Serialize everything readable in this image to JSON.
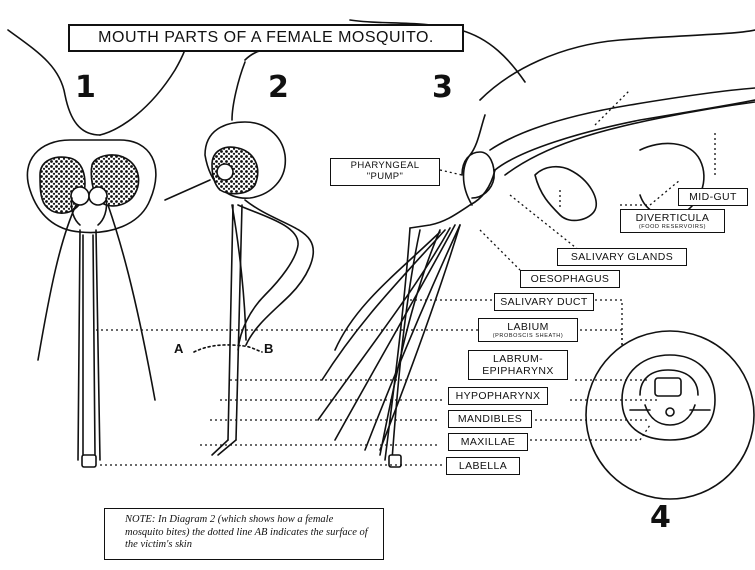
{
  "title": "MOUTH PARTS OF A FEMALE MOSQUITO.",
  "diagram_numbers": [
    "1",
    "2",
    "3",
    "4"
  ],
  "labels": {
    "pharyngeal_pump": "PHARYNGEAL \"PUMP\"",
    "mid_gut": "MID-GUT",
    "diverticula": "DIVERTICULA",
    "diverticula_sub": "(FOOD RESERVOIRS)",
    "salivary_glands": "SALIVARY GLANDS",
    "oesophagus": "OESOPHAGUS",
    "salivary_duct": "SALIVARY DUCT",
    "labium": "LABIUM",
    "labium_sub": "(PROBOSCIS SHEATH)",
    "labrum_epipharynx": "LABRUM-EPIPHARYNX",
    "hypopharynx": "HYPOPHARYNX",
    "mandibles": "MANDIBLES",
    "maxillae": "MAXILLAE",
    "labella": "LABELLA"
  },
  "points": {
    "a": "A",
    "b": "B"
  },
  "note": "NOTE: In Diagram 2 (which shows how a female mosquito bites) the dotted line AB indicates the surface of the victim's skin",
  "colors": {
    "ink": "#111111",
    "paper": "#ffffff"
  }
}
